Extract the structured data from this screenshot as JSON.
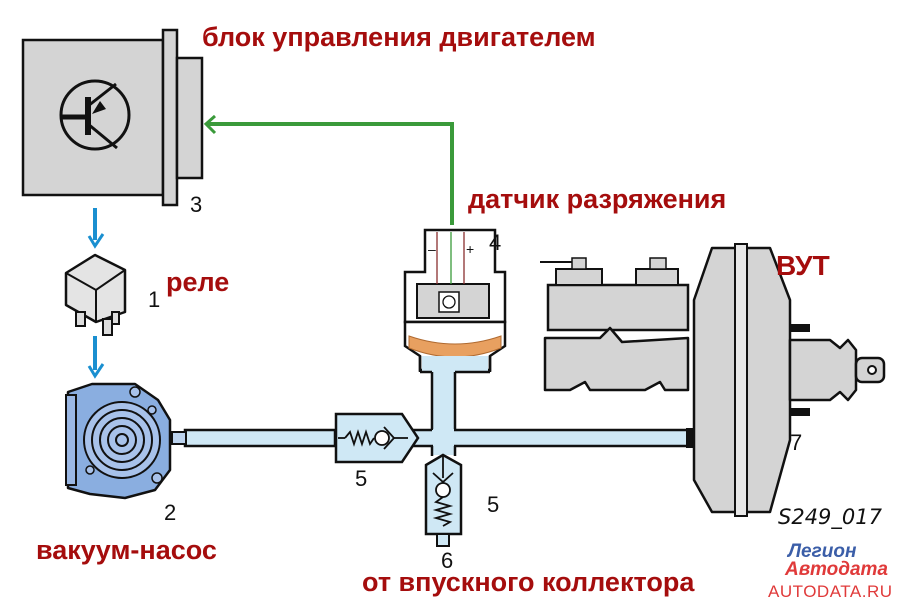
{
  "labels": {
    "ecu": "блок управления двигателем",
    "vacuum_sensor": "датчик разряжения",
    "relay": "реле",
    "vacuum_booster": "ВУТ",
    "vacuum_pump": "вакуум-насос",
    "intake_manifold": "от впускного коллектора"
  },
  "numbers": {
    "relay": "1",
    "pump": "2",
    "ecu": "3",
    "sensor": "4",
    "check_valve_horizontal": "5",
    "check_valve_vertical": "5",
    "intake_port": "6",
    "booster": "7"
  },
  "figure_code": "S249_017",
  "watermark": {
    "line1": "Легион",
    "line2": "Автодата",
    "site": "AUTODATA.RU"
  },
  "sensor_polarity": {
    "minus": "–",
    "plus": "+"
  },
  "colors": {
    "label_red": "#a50d0d",
    "signal_green": "#3a9a3a",
    "control_blue": "#1a8fd0",
    "vacuum_line": "#cfe8f5",
    "component_gray": "#d4d4d4",
    "pump_blue": "#8aaee0",
    "diaphragm_orange": "#e8a060"
  }
}
